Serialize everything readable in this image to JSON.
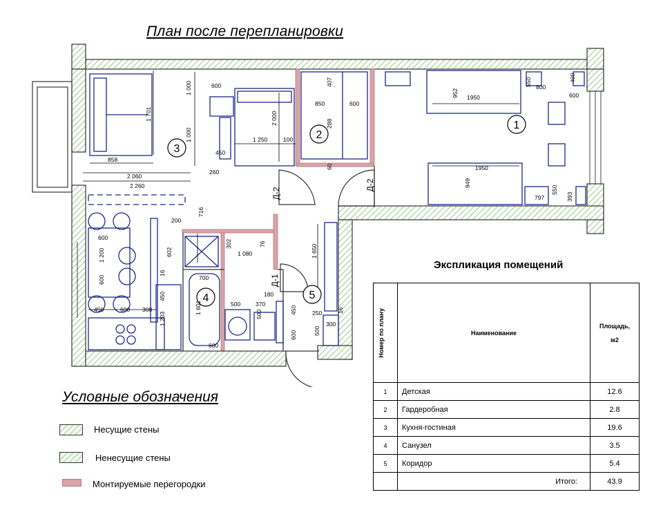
{
  "title": "План после перепланировки",
  "room_markers": [
    "1",
    "2",
    "3",
    "4",
    "5"
  ],
  "door_labels": [
    "Д-2",
    "Д-2",
    "Д-1"
  ],
  "dimensions": {
    "d600a": "600",
    "d1000a": "1 000",
    "d1701": "1 701",
    "d2000": "2 000",
    "d1000b": "1 000",
    "d1250": "1 250",
    "d100": "100",
    "d450a": "450",
    "d260": "260",
    "d858": "858",
    "d2060": "2 060",
    "d2260": "2 260",
    "d407": "407",
    "d850": "850",
    "d600b": "600",
    "d288": "288",
    "d60": "60",
    "d952": "952",
    "d1950a": "1950",
    "d1950b": "1950",
    "d949": "949",
    "d550a": "550",
    "d800": "800",
    "d400": "400",
    "d600c": "600",
    "d797": "797",
    "d550b": "550",
    "d393": "393",
    "d716": "716",
    "d200": "200",
    "d600d": "600",
    "d1200": "1 200",
    "d600e": "600",
    "d602": "602",
    "d302": "302",
    "d76": "76",
    "d1080": "1 080",
    "d16a": "16",
    "d700": "700",
    "d450b": "450",
    "d1203": "1 203",
    "d1601": "1 601",
    "d500a": "500",
    "d370": "370",
    "d180": "180",
    "d500b": "500",
    "d450c": "450",
    "d600f": "600",
    "d450d": "450",
    "d600g": "600",
    "d300a": "300",
    "d1650": "1 650",
    "d250": "250",
    "d16b": "16",
    "d300b": "300",
    "d500c": "500",
    "d600h": "600"
  },
  "legend": {
    "title": "Условные обозначения",
    "items": [
      "Несущие стены",
      "Ненесущие стены",
      "Монтируемые перегородки"
    ]
  },
  "explication": {
    "title": "Экспликация помещений",
    "col_num": "Номер по плану",
    "col_name": "Наименование",
    "col_area_1": "Площадь,",
    "col_area_2": "м2",
    "rows": [
      {
        "num": "1",
        "name": "Детская",
        "area": "12.6"
      },
      {
        "num": "2",
        "name": "Гардеробная",
        "area": "2.8"
      },
      {
        "num": "3",
        "name": "Кухня-гостиная",
        "area": "19.6"
      },
      {
        "num": "4",
        "name": "Санузел",
        "area": "3.5"
      },
      {
        "num": "5",
        "name": "Коридор",
        "area": "5.4"
      }
    ],
    "total_label": "Итого:",
    "total_value": "43.9"
  },
  "colors": {
    "bearing_hatch": "#cfe8c7",
    "partition": "#d9a4a8",
    "furniture": "#1a2a8a"
  }
}
